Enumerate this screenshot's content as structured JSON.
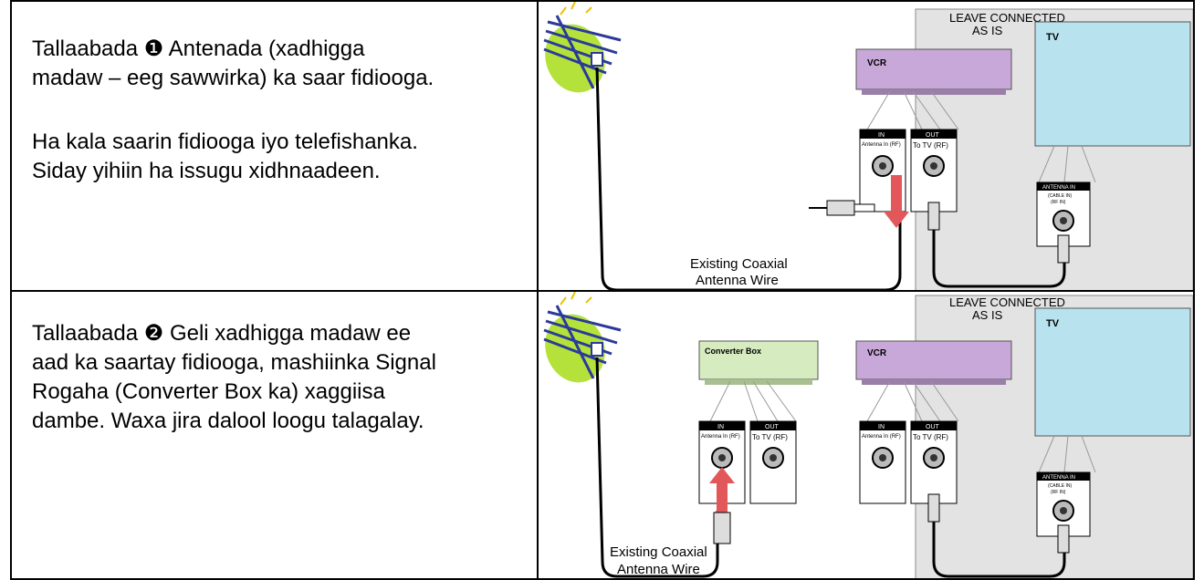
{
  "rows": [
    {
      "step_text": "Tallaabada ❶ Antenada (xadhigga madaw – eeg sawwirka) ka saar fidiooga.",
      "step_lines": [
        "Tallaabada ❶ Antenada (xadhigga",
        "madaw – eeg sawwirka) ka saar fidiooga."
      ],
      "note_lines": [
        "Ha kala saarin fidiooga iyo telefishanka.",
        "Siday yihiin ha issugu xidhnaadeen."
      ],
      "figure": {
        "leave_connected": "LEAVE CONNECTED",
        "as_is": "AS IS",
        "tv_label": "TV",
        "vcr_label": "VCR",
        "in_label": "IN",
        "antenna_in_rf": "Antenna In (RF)",
        "out_label": "OUT",
        "to_tv_rf": "To TV (RF)",
        "tv_antenna_in": "ANTENNA IN",
        "tv_cable_in": "(CABLE IN)",
        "tv_rf_in": "(RF IN)",
        "wire_caption_1": "Existing Coaxial",
        "wire_caption_2": "Antenna Wire"
      }
    },
    {
      "step_lines": [
        "Tallaabada ❷ Geli xadhigga madaw ee",
        "aad ka saartay fidiooga, mashiinka Signal",
        "Rogaha (Converter Box ka) xaggiisa",
        "dambe.  Waxa jira dalool loogu talagalay."
      ],
      "figure": {
        "leave_connected": "LEAVE CONNECTED",
        "as_is": "AS IS",
        "tv_label": "TV",
        "vcr_label": "VCR",
        "converter_label": "Converter Box",
        "in_label": "IN",
        "antenna_in_rf": "Antenna In (RF)",
        "out_label": "OUT",
        "to_tv_rf": "To TV (RF)",
        "tv_antenna_in": "ANTENNA IN",
        "tv_cable_in": "(CABLE IN)",
        "tv_rf_in": "(RF IN)",
        "wire_caption_1": "Existing Coaxial",
        "wire_caption_2": "Antenna Wire"
      }
    }
  ],
  "colors": {
    "vcr_box": "#c7a8d8",
    "converter_box": "#d6ecc0",
    "tv_screen": "#b7e2ee",
    "leave_area": "#e3e3e3",
    "arrow": "#e2575a",
    "antenna_blob": "#b5e23a",
    "antenna_rods": "#2a3a9a"
  }
}
